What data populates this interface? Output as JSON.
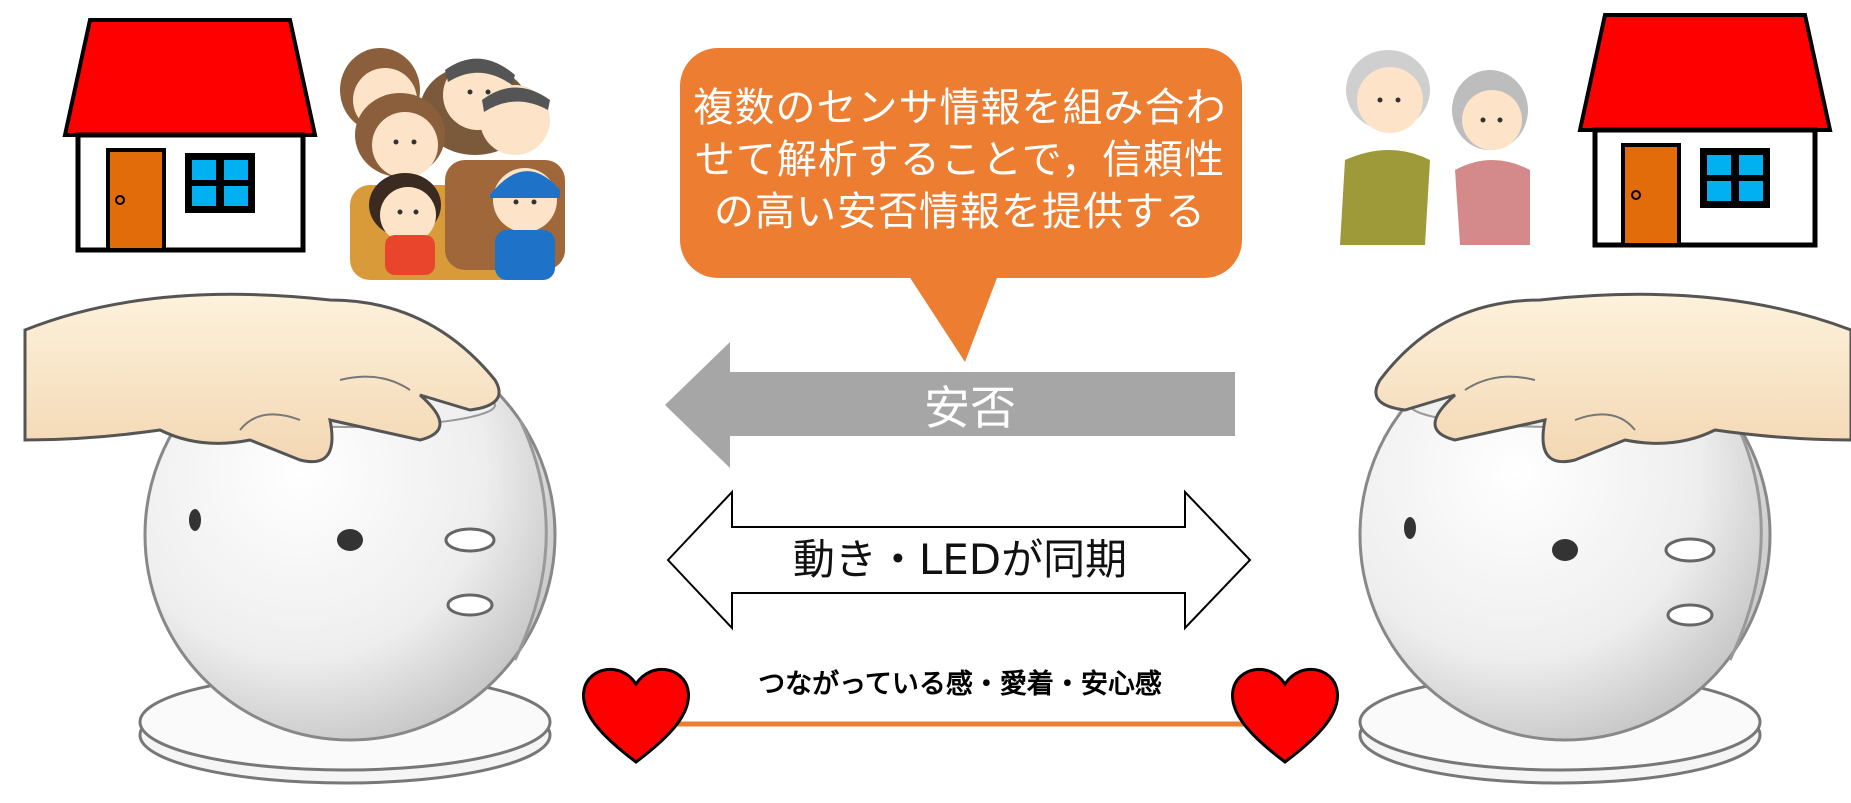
{
  "speech_bubble": {
    "lines": [
      "複数のセンサ情報を組み合わ",
      "せて解析することで，信頼性",
      "の高い安否情報を提供する"
    ]
  },
  "safety_arrow": {
    "label": "安否"
  },
  "sync_arrow": {
    "label": "動き・LEDが同期"
  },
  "bond": {
    "label": "つながっている感・愛着・安心感"
  },
  "colors": {
    "bubble": "#ed7d31",
    "gray_arrow": "#a6a6a6",
    "roof": "#ff0000",
    "door": "#e36c0a",
    "window": "#00b0f0",
    "heart": "#ff0000",
    "bond_line": "#ed7d31"
  },
  "icons": [
    "house-icon",
    "family-illustration",
    "elderly-couple-illustration",
    "robot-sphere",
    "hand-illustration",
    "heart-icon"
  ]
}
